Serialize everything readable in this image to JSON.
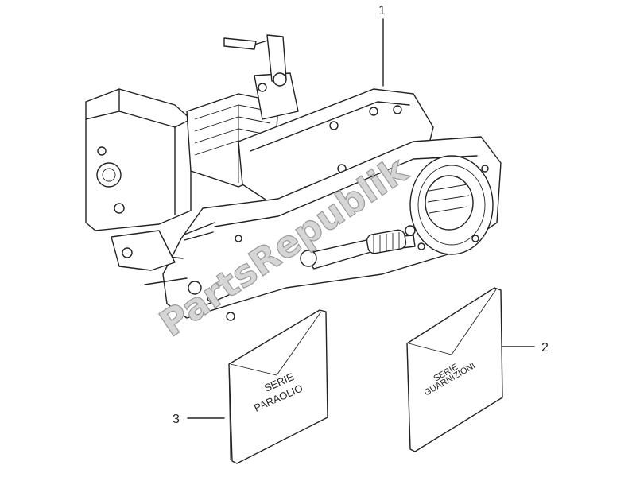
{
  "diagram": {
    "callouts": [
      {
        "id": "1",
        "label": "1"
      },
      {
        "id": "2",
        "label": "2"
      },
      {
        "id": "3",
        "label": "3"
      }
    ],
    "envelopes": {
      "oil_seals": {
        "line1": "SERIE",
        "line2": "PARAOLIO"
      },
      "gaskets": {
        "line1": "SERIE",
        "line2": "GUARNIZIONI"
      }
    },
    "watermark": "PartsRepublik",
    "colors": {
      "ink": "#222222",
      "watermark_fill": "#d6d6d6",
      "background": "#ffffff"
    }
  }
}
